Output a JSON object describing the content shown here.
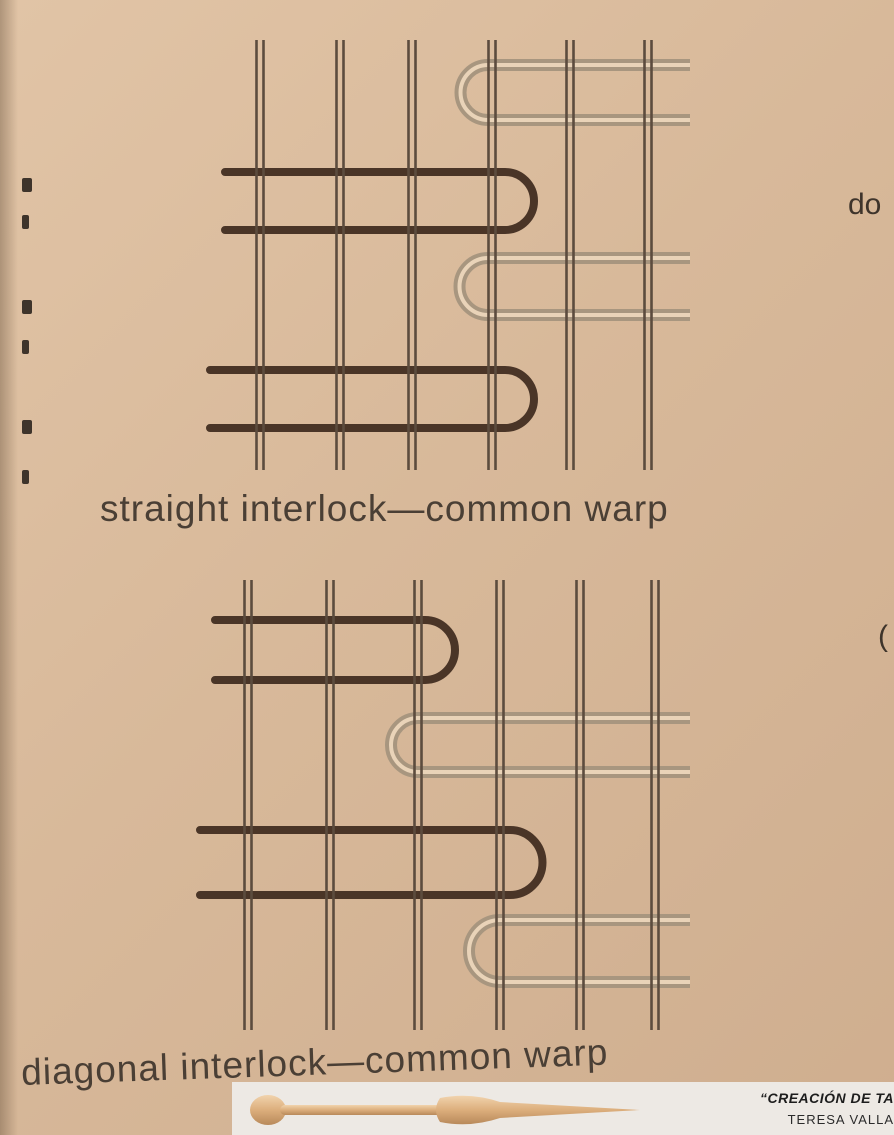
{
  "captions": {
    "top": "straight interlock—common warp",
    "bottom": "diagonal interlock—common warp"
  },
  "side_text": {
    "right_top": "do",
    "right_mid": "("
  },
  "banner": {
    "title": "“CREACIÓN DE TA",
    "author": "TERESA VALLA"
  },
  "colors": {
    "dark_weft": "#4a3527",
    "light_weft": "#a8967f",
    "warp": "#5c4c3e",
    "paper": "#dcbe9f"
  },
  "icons": {
    "tool": "wooden-bobbin-icon"
  }
}
